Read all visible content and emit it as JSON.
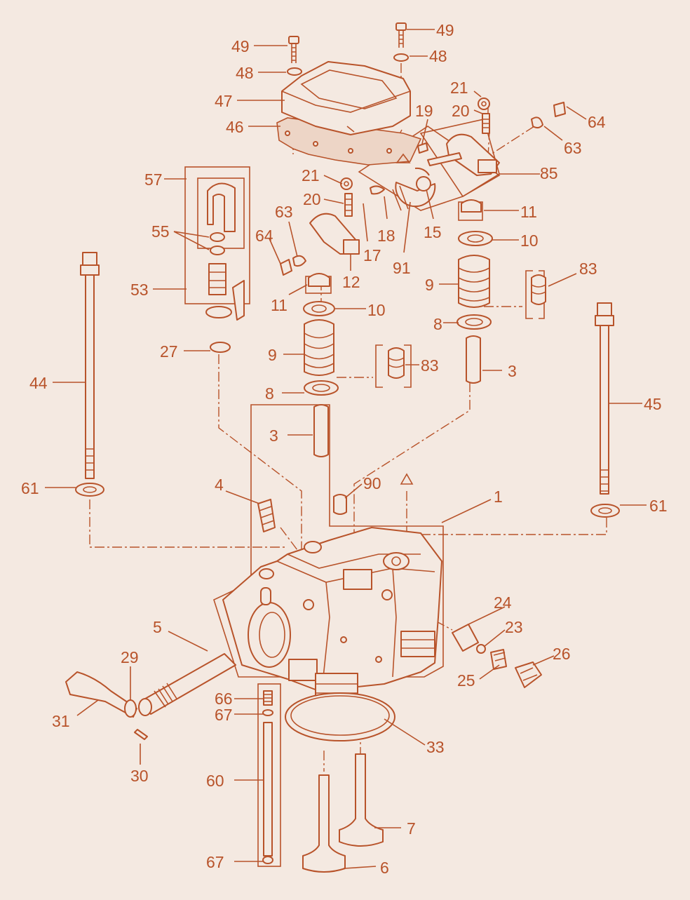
{
  "colors": {
    "ink": "#b8532a",
    "paper": "#f4e9e1",
    "fill": "#edd5c6"
  },
  "callouts": [
    {
      "id": "c49a",
      "text": "49"
    },
    {
      "id": "c48a",
      "text": "48"
    },
    {
      "id": "c47",
      "text": "47"
    },
    {
      "id": "c46",
      "text": "46"
    },
    {
      "id": "c49b",
      "text": "49"
    },
    {
      "id": "c48b",
      "text": "48"
    },
    {
      "id": "c21a",
      "text": "21"
    },
    {
      "id": "c20a",
      "text": "20"
    },
    {
      "id": "c64a",
      "text": "64"
    },
    {
      "id": "c63a",
      "text": "63"
    },
    {
      "id": "c19",
      "text": "19"
    },
    {
      "id": "c85",
      "text": "85"
    },
    {
      "id": "c57",
      "text": "57"
    },
    {
      "id": "c55",
      "text": "55"
    },
    {
      "id": "c53",
      "text": "53"
    },
    {
      "id": "c21b",
      "text": "21"
    },
    {
      "id": "c20b",
      "text": "20"
    },
    {
      "id": "c63b",
      "text": "63"
    },
    {
      "id": "c64b",
      "text": "64"
    },
    {
      "id": "c18",
      "text": "18"
    },
    {
      "id": "c15",
      "text": "15"
    },
    {
      "id": "c17",
      "text": "17"
    },
    {
      "id": "c91",
      "text": "91"
    },
    {
      "id": "c12",
      "text": "12"
    },
    {
      "id": "c11a",
      "text": "11"
    },
    {
      "id": "c11b",
      "text": "11"
    },
    {
      "id": "c10a",
      "text": "10"
    },
    {
      "id": "c10b",
      "text": "10"
    },
    {
      "id": "c9a",
      "text": "9"
    },
    {
      "id": "c9b",
      "text": "9"
    },
    {
      "id": "c83a",
      "text": "83"
    },
    {
      "id": "c83b",
      "text": "83"
    },
    {
      "id": "c8a",
      "text": "8"
    },
    {
      "id": "c8b",
      "text": "8"
    },
    {
      "id": "c3a",
      "text": "3"
    },
    {
      "id": "c3b",
      "text": "3"
    },
    {
      "id": "c27",
      "text": "27"
    },
    {
      "id": "c44",
      "text": "44"
    },
    {
      "id": "c45",
      "text": "45"
    },
    {
      "id": "c61a",
      "text": "61"
    },
    {
      "id": "c61b",
      "text": "61"
    },
    {
      "id": "c4",
      "text": "4"
    },
    {
      "id": "c90",
      "text": "90"
    },
    {
      "id": "c1",
      "text": "1"
    },
    {
      "id": "c24",
      "text": "24"
    },
    {
      "id": "c23",
      "text": "23"
    },
    {
      "id": "c26",
      "text": "26"
    },
    {
      "id": "c25",
      "text": "25"
    },
    {
      "id": "c5",
      "text": "5"
    },
    {
      "id": "c29",
      "text": "29"
    },
    {
      "id": "c31",
      "text": "31"
    },
    {
      "id": "c30",
      "text": "30"
    },
    {
      "id": "c66",
      "text": "66"
    },
    {
      "id": "c67a",
      "text": "67"
    },
    {
      "id": "c33",
      "text": "33"
    },
    {
      "id": "c60",
      "text": "60"
    },
    {
      "id": "c7",
      "text": "7"
    },
    {
      "id": "c67b",
      "text": "67"
    },
    {
      "id": "c6",
      "text": "6"
    }
  ]
}
